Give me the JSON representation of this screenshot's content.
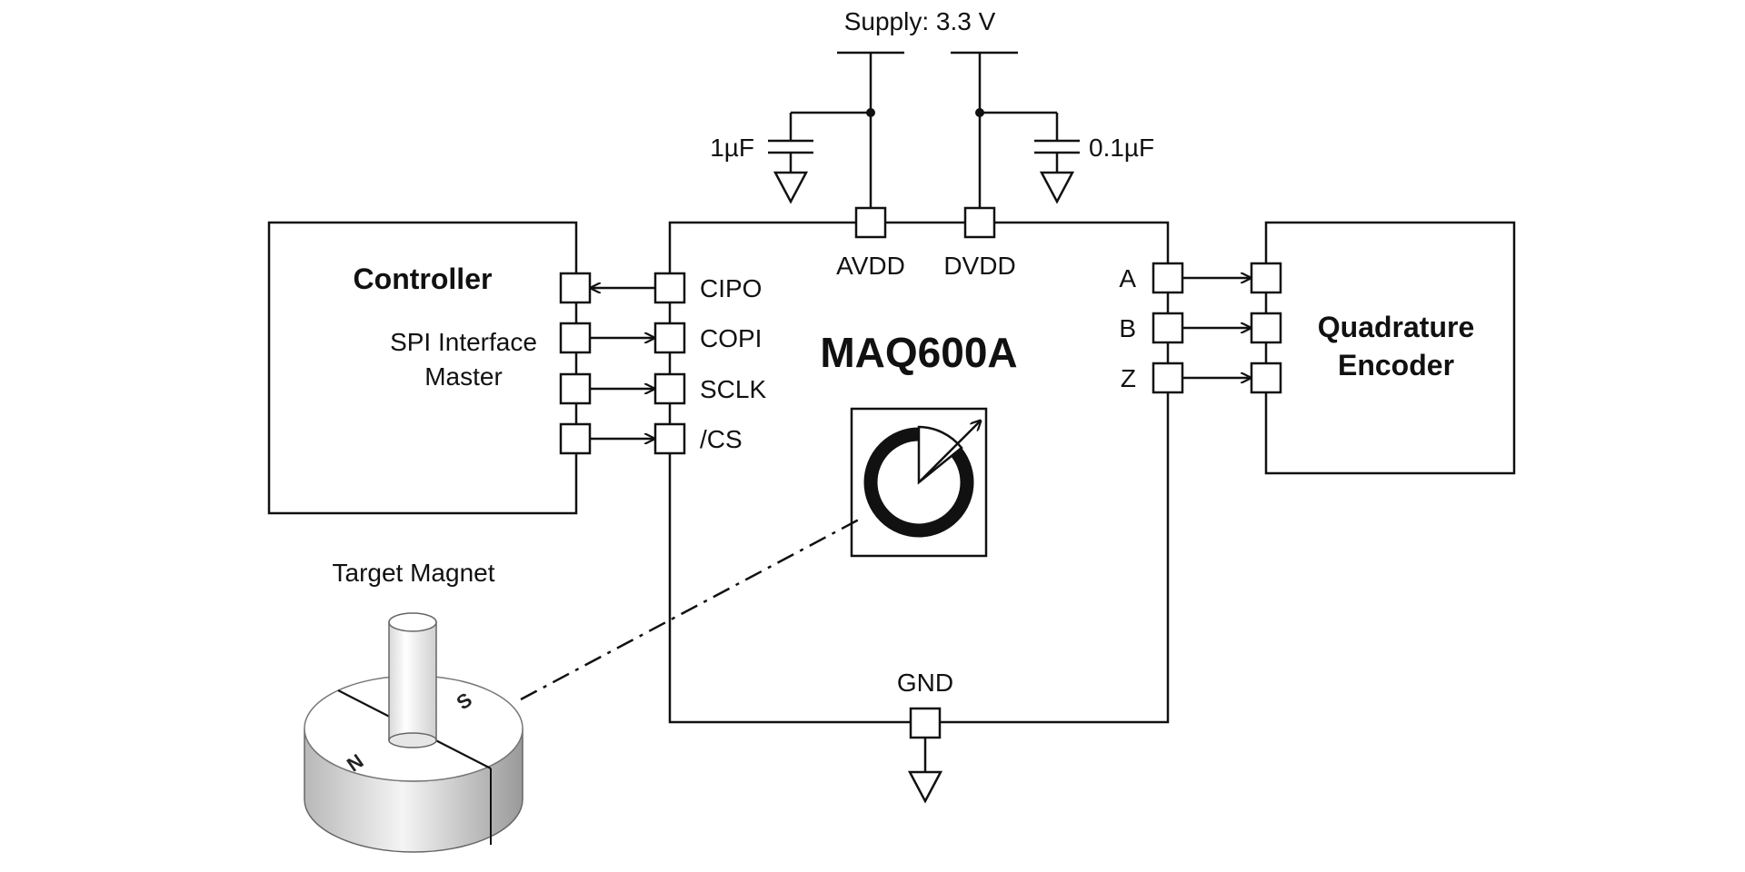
{
  "supply": {
    "label": "Supply: 3.3 V"
  },
  "capacitors": {
    "left_value": "1µF",
    "right_value": "0.1µF"
  },
  "chip": {
    "name": "MAQ600A",
    "pins": {
      "avdd": "AVDD",
      "dvdd": "DVDD",
      "gnd": "GND",
      "cipo": "CIPO",
      "copi": "COPI",
      "sclk": "SCLK",
      "cs": "/CS",
      "a": "A",
      "b": "B",
      "z": "Z"
    }
  },
  "controller": {
    "title": "Controller",
    "subtitle_line1": "SPI Interface",
    "subtitle_line2": "Master"
  },
  "encoder": {
    "title_line1": "Quadrature",
    "title_line2": "Encoder"
  },
  "magnet": {
    "label": "Target Magnet",
    "pole_north": "N",
    "pole_south": "S"
  }
}
